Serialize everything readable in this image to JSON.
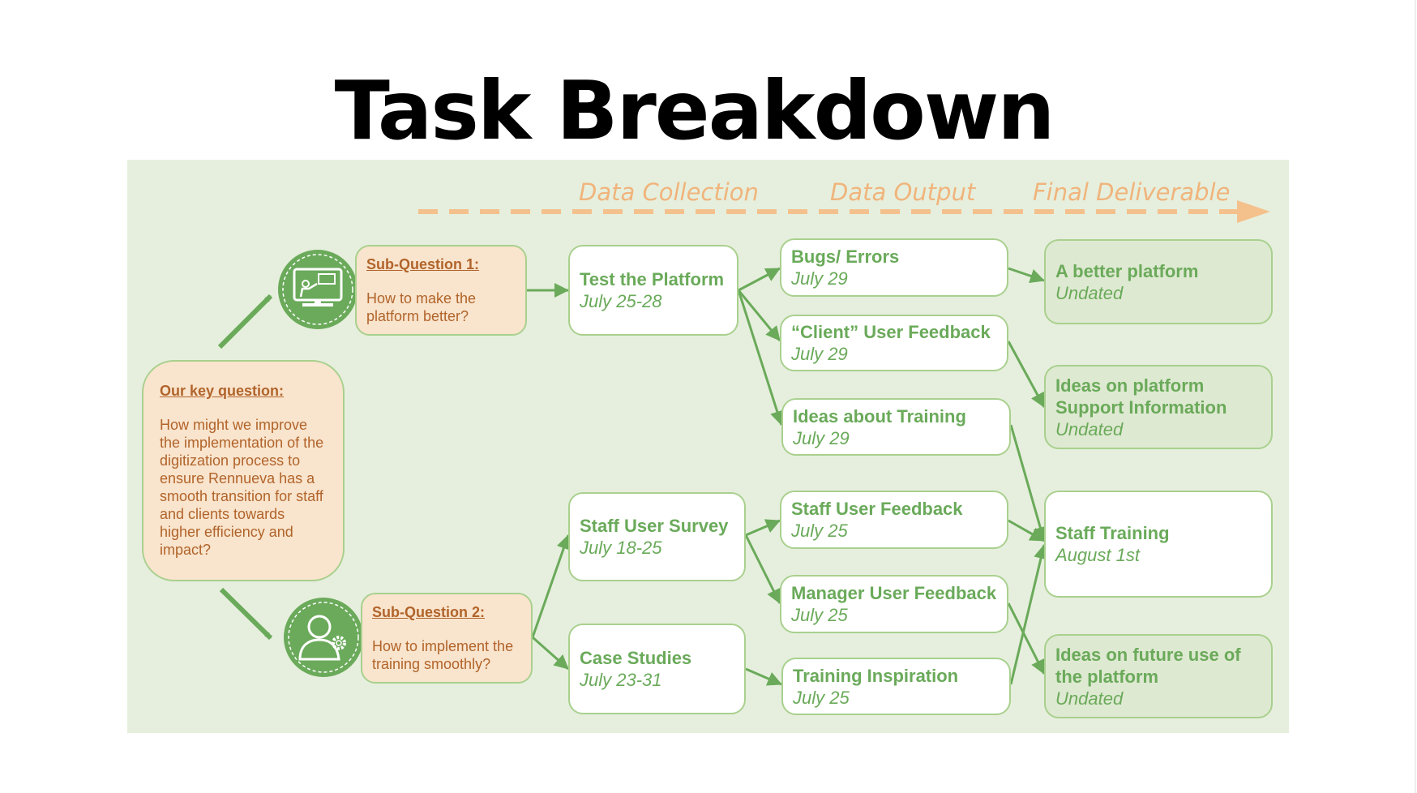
{
  "title": "Task Breakdown",
  "phases": [
    "Data Collection",
    "Data Output",
    "Final Deliverable"
  ],
  "key_question": {
    "heading": "Our key question:",
    "text": "How might we improve the implementation of the digitization process to ensure Rennueva has a smooth transition for staff and clients towards higher efficiency and impact?"
  },
  "sub_questions": [
    {
      "heading": "Sub-Question 1:",
      "text": "How to make the platform better?",
      "icon": "presentation-monitor-icon"
    },
    {
      "heading": "Sub-Question 2:",
      "text": "How to implement the training smoothly?",
      "icon": "user-gear-icon"
    }
  ],
  "collection": [
    {
      "title": "Test the Platform",
      "date": "July 25-28"
    },
    {
      "title": "Staff User Survey",
      "date": "July 18-25"
    },
    {
      "title": "Case Studies",
      "date": "July 23-31"
    }
  ],
  "output": [
    {
      "title": "Bugs/ Errors",
      "date": "July 29"
    },
    {
      "title": "“Client” User Feedback",
      "date": "July 29"
    },
    {
      "title": "Ideas about Training",
      "date": "July 29"
    },
    {
      "title": "Staff User Feedback",
      "date": "July 25"
    },
    {
      "title": "Manager User Feedback",
      "date": "July 25"
    },
    {
      "title": "Training Inspiration",
      "date": "July 25"
    }
  ],
  "deliverables": [
    {
      "title": "A better platform",
      "date": "Undated"
    },
    {
      "title": "Ideas on platform Support Information",
      "date": "Undated"
    },
    {
      "title": "Staff Training",
      "date": "August 1st"
    },
    {
      "title": "Ideas on future use of the platform",
      "date": "Undated"
    }
  ],
  "colors": {
    "green": "#6aaa5a",
    "peach": "#f9e4cd",
    "brown": "#b1642a",
    "panel": "#e6efdd",
    "dash": "#f4c08c"
  }
}
